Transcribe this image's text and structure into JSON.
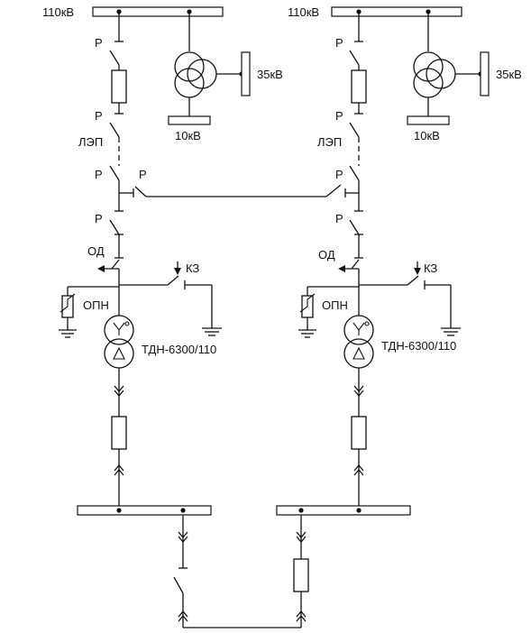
{
  "labels": {
    "bus_110": "110кВ",
    "bus_35": "35кВ",
    "bus_10": "10кВ",
    "disconnector": "Р",
    "line": "ЛЭП",
    "separator": "ОД",
    "short_circuiter": "КЗ",
    "arrester": "ОПН",
    "transformer": "ТДН-6300/110"
  },
  "colors": {
    "line": "#111111",
    "background": "#ffffff"
  }
}
